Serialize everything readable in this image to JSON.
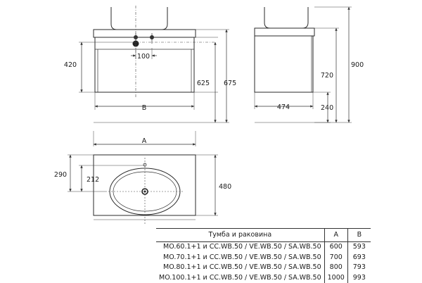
{
  "front_view": {
    "dim_100": "100",
    "dim_420": "420",
    "dim_625": "625",
    "dim_675": "675",
    "dim_B": "B",
    "dim_A": "A"
  },
  "side_view": {
    "dim_474": "474",
    "dim_240": "240",
    "dim_720": "720",
    "dim_900": "900"
  },
  "top_view": {
    "dim_290": "290",
    "dim_212": "212",
    "dim_480": "480"
  },
  "table": {
    "header_name": "Тумба и раковина",
    "header_a": "A",
    "header_b": "B",
    "rows": [
      {
        "name": "MO.60.1+1 и CC.WB.50 / VE.WB.50 / SA.WB.50",
        "a": "600",
        "b": "593"
      },
      {
        "name": "MO.70.1+1 и CC.WB.50 / VE.WB.50 / SA.WB.50",
        "a": "700",
        "b": "693"
      },
      {
        "name": "MO.80.1+1 и CC.WB.50 / VE.WB.50 / SA.WB.50",
        "a": "800",
        "b": "793"
      },
      {
        "name": "MO.100.1+1 и CC.WB.50 / VE.WB.50 / SA.WB.50",
        "a": "1000",
        "b": "993"
      }
    ]
  }
}
